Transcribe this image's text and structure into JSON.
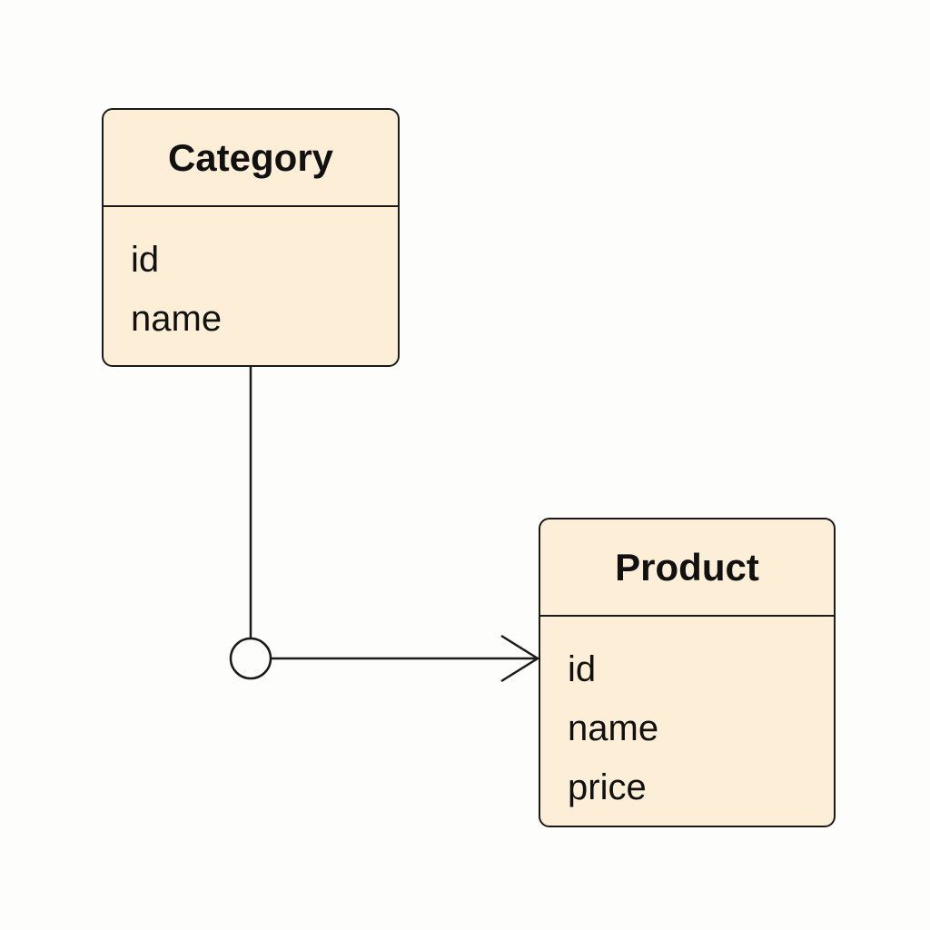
{
  "colors": {
    "entity_fill": "#fdefd7",
    "stroke": "#1a1a1a",
    "text": "#111111",
    "background": "#fdfdfc"
  },
  "entities": [
    {
      "name": "Category",
      "attributes": [
        "id",
        "name"
      ]
    },
    {
      "name": "Product",
      "attributes": [
        "id",
        "name",
        "price"
      ]
    }
  ],
  "relationship": {
    "from": "Category",
    "to": "Product",
    "from_marker": "open-circle",
    "to_marker": "open-arrowhead"
  }
}
